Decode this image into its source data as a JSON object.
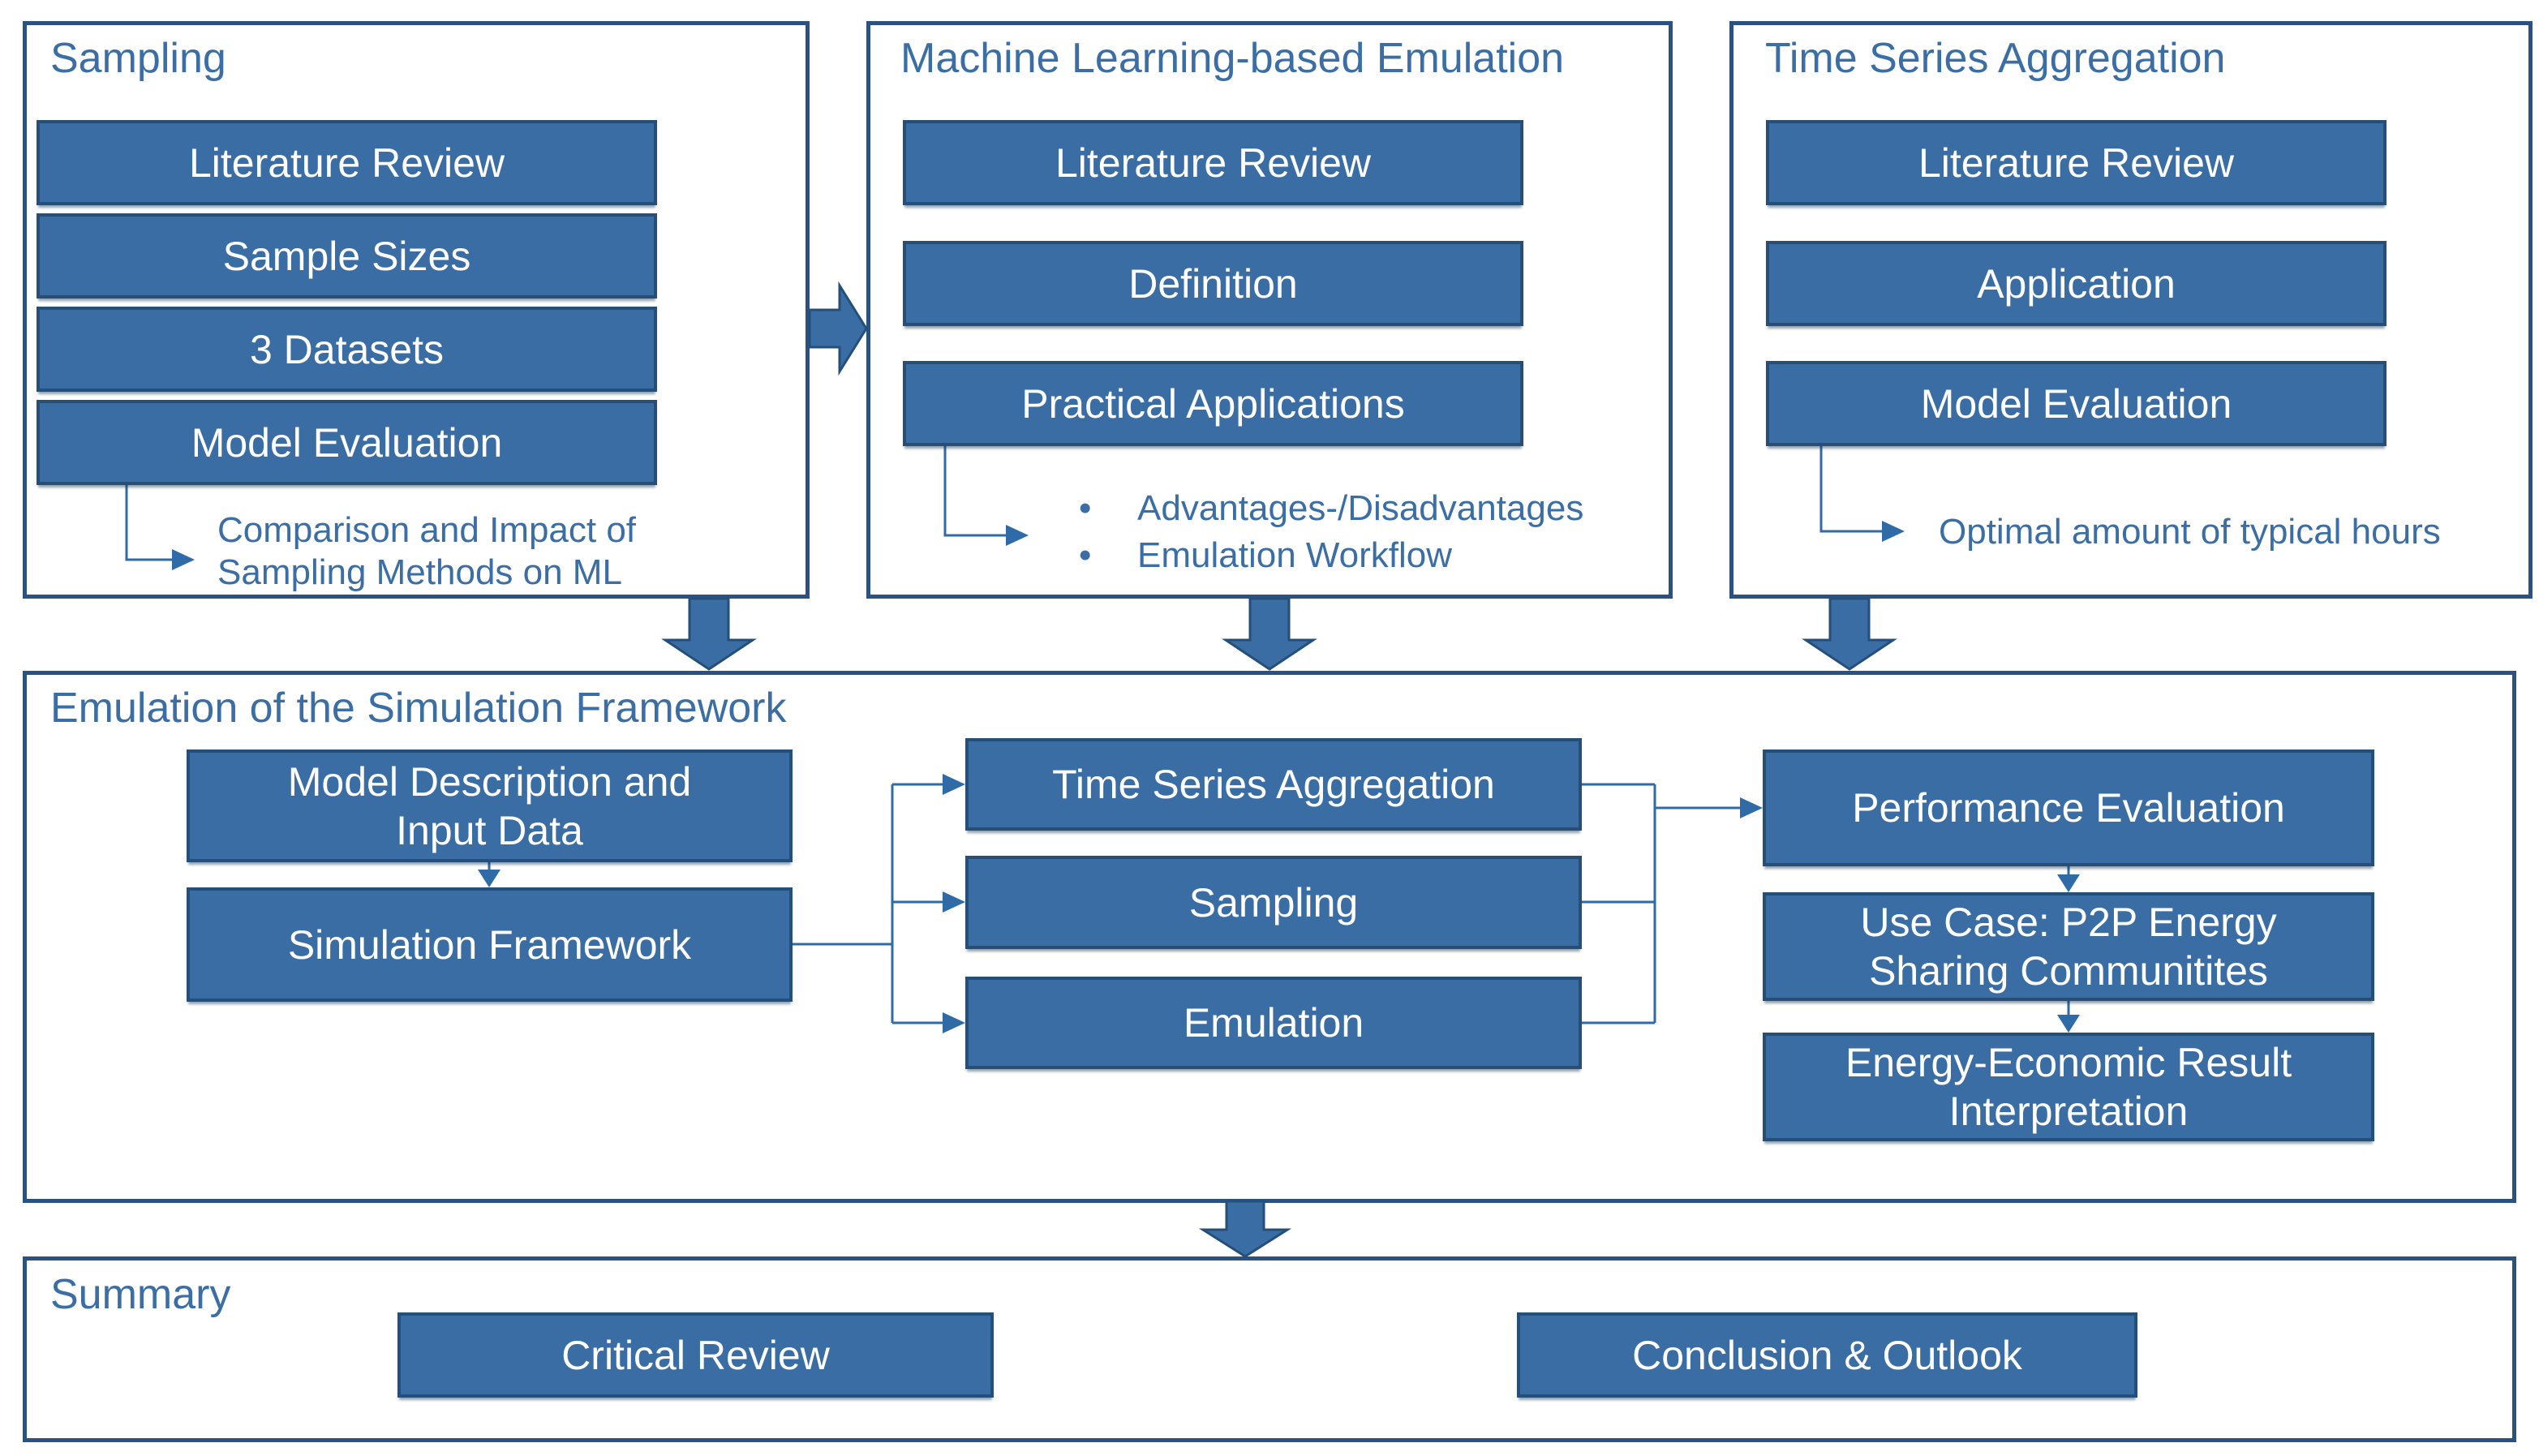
{
  "diagram": {
    "colors": {
      "box_fill": "#3A6DA3",
      "box_border": "#254E78",
      "panel_border": "#2A5180",
      "text_blue": "#3B6EA5",
      "connector": "#2F6BA7"
    },
    "top_panels": [
      {
        "title": "Sampling",
        "boxes": [
          "Literature Review",
          "Sample Sizes",
          "3 Datasets",
          "Model Evaluation"
        ],
        "note_lines": [
          "Comparison and Impact of",
          "Sampling Methods on ML"
        ]
      },
      {
        "title": "Machine Learning-based Emulation",
        "boxes": [
          "Literature Review",
          "Definition",
          "Practical Applications"
        ],
        "bullets": [
          {
            "marker": "•",
            "text": "Advantages-/Disadvantages"
          },
          {
            "marker": "•",
            "text": "Emulation Workflow"
          }
        ]
      },
      {
        "title": "Time Series Aggregation",
        "boxes": [
          "Literature Review",
          "Application",
          "Model Evaluation"
        ],
        "note_lines": [
          "Optimal amount of typical hours"
        ]
      }
    ],
    "middle_panel": {
      "title": "Emulation of the Simulation Framework",
      "left_column": [
        {
          "lines": [
            "Model Description and",
            "Input Data"
          ]
        },
        {
          "lines": [
            "Simulation Framework"
          ]
        }
      ],
      "center_column": [
        {
          "lines": [
            "Time Series Aggregation"
          ]
        },
        {
          "lines": [
            "Sampling"
          ]
        },
        {
          "lines": [
            "Emulation"
          ]
        }
      ],
      "right_column": [
        {
          "lines": [
            "Performance Evaluation"
          ]
        },
        {
          "lines": [
            "Use Case: P2P Energy",
            "Sharing Communitites"
          ]
        },
        {
          "lines": [
            "Energy-Economic Result",
            "Interpretation"
          ]
        }
      ]
    },
    "summary_panel": {
      "title": "Summary",
      "boxes": [
        "Critical Review",
        "Conclusion & Outlook"
      ]
    }
  }
}
